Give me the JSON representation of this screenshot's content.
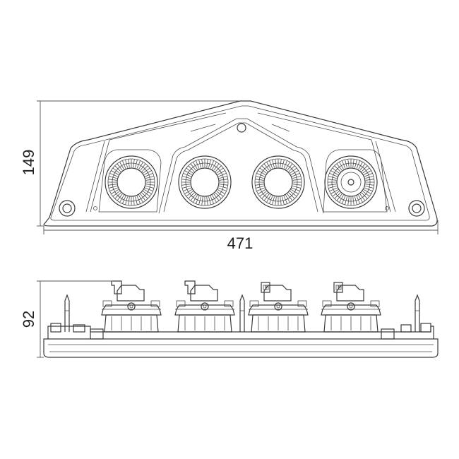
{
  "drawing": {
    "dimensions": {
      "height_top": "149",
      "width_top": "471",
      "height_side": "92"
    },
    "top_view": {
      "lamp_count": 4
    },
    "side_view": {
      "module_count": 4
    },
    "colors": {
      "line": "#3a3a3a",
      "background": "#ffffff"
    }
  }
}
